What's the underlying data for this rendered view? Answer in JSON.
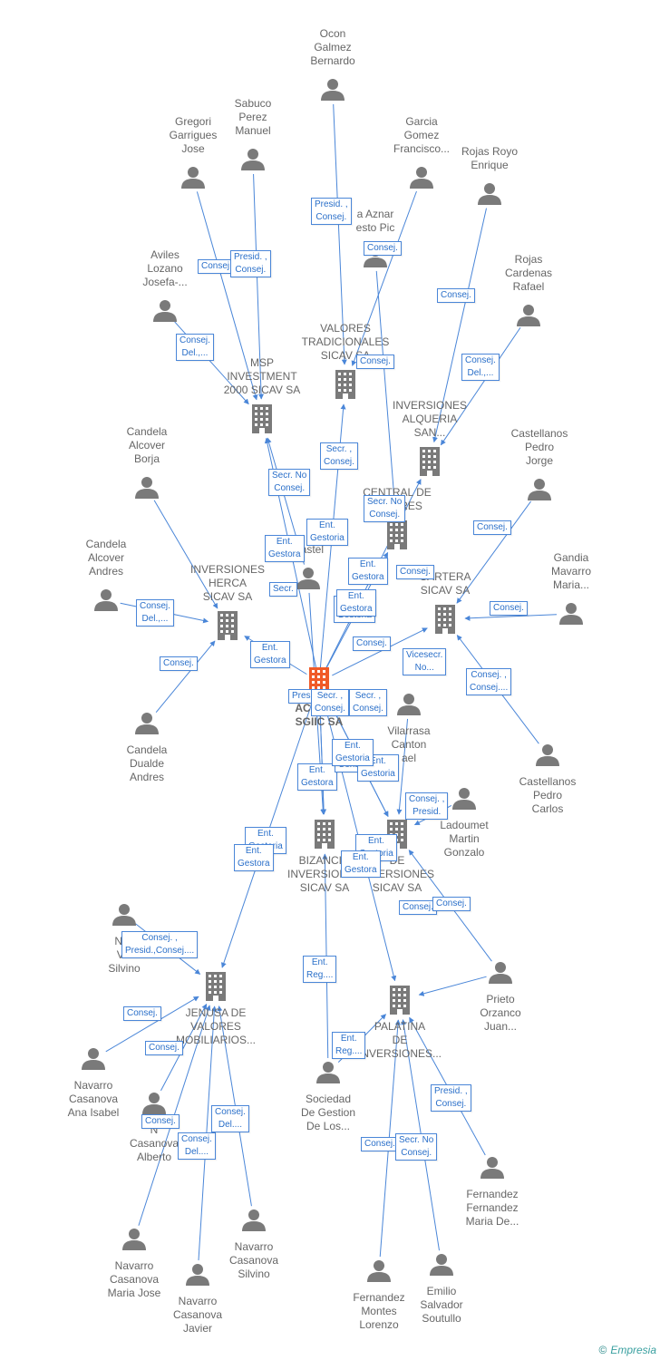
{
  "nodes": [
    {
      "id": "activos",
      "type": "company",
      "focus": true,
      "label": "ACTIVOS\nSGIIC SA"
    },
    {
      "id": "msp",
      "type": "company",
      "label": "MSP\nINVESTMENT\n2000 SICAV SA"
    },
    {
      "id": "valores_trad",
      "type": "company",
      "label": "VALORES\nTRADICIONALES\nSICAV SA"
    },
    {
      "id": "alqueria",
      "type": "company",
      "label": "INVERSIONES\nALQUERIA\nSAN..."
    },
    {
      "id": "central",
      "type": "company",
      "label": "CENTRAL DE\nVALORES"
    },
    {
      "id": "herca",
      "type": "company",
      "label": "INVERSIONES\nHERCA\nSICAV SA"
    },
    {
      "id": "cartera",
      "type": "company",
      "label": "CARTERA\nSICAV SA"
    },
    {
      "id": "bizancio",
      "type": "company",
      "label": "BIZANCIO\nINVERSIONES\nSICAV SA"
    },
    {
      "id": "inv_de",
      "type": "company",
      "label": "DE\nINVERSIONES\nSICAV SA"
    },
    {
      "id": "jenusa",
      "type": "company",
      "label": "JENUSA DE\nVALORES\nMOBILIARIOS..."
    },
    {
      "id": "palatina",
      "type": "company",
      "label": "PALATINA\nDE\nINVERSIONES..."
    },
    {
      "id": "p_ocon",
      "type": "person",
      "label": "Ocon\nGalmez\nBernardo"
    },
    {
      "id": "p_sabuco",
      "type": "person",
      "label": "Sabuco\nPerez\nManuel"
    },
    {
      "id": "p_gregori",
      "type": "person",
      "label": "Gregori\nGarrigues\nJose"
    },
    {
      "id": "p_garcia",
      "type": "person",
      "label": "Garcia\nGomez\nFrancisco..."
    },
    {
      "id": "p_rojasroyo",
      "type": "person",
      "label": "Rojas Royo\nEnrique"
    },
    {
      "id": "p_aznar",
      "type": "person",
      "label": "a Aznar\nesto Pic"
    },
    {
      "id": "p_aviles",
      "type": "person",
      "label": "Aviles\nLozano\nJosefa-..."
    },
    {
      "id": "p_rojascard",
      "type": "person",
      "label": "Rojas\nCardenas\nRafael"
    },
    {
      "id": "p_candelab",
      "type": "person",
      "label": "Candela\nAlcover\nBorja"
    },
    {
      "id": "p_castj",
      "type": "person",
      "label": "Castellanos\nPedro\nJorge"
    },
    {
      "id": "p_candelaa",
      "type": "person",
      "label": "Candela\nAlcover\nAndres"
    },
    {
      "id": "p_gandia",
      "type": "person",
      "label": "Gandia\nMavarro\nMaria..."
    },
    {
      "id": "p_castel_mid",
      "type": "person",
      "label": "Castel"
    },
    {
      "id": "p_candelad",
      "type": "person",
      "label": "Candela\nDualde\nAndres"
    },
    {
      "id": "p_vilarrasa",
      "type": "person",
      "label": "Vilarrasa\nCanton\nael"
    },
    {
      "id": "p_castc",
      "type": "person",
      "label": "Castellanos\nPedro\nCarlos"
    },
    {
      "id": "p_ladoumet",
      "type": "person",
      "label": "Ladoumet\nMartin\nGonzalo"
    },
    {
      "id": "p_navv",
      "type": "person",
      "label": "Nav\nVic\nSilvino"
    },
    {
      "id": "p_prieto",
      "type": "person",
      "label": "Prieto\nOrzanco\nJuan..."
    },
    {
      "id": "p_navab",
      "type": "person",
      "label": "Navarro\nCasanova\nAna Isabel"
    },
    {
      "id": "p_sociedad",
      "type": "person",
      "label": "Sociedad\nDe Gestion\nDe Los..."
    },
    {
      "id": "p_navalb",
      "type": "person",
      "label": "N\nCasanova\nAlberto"
    },
    {
      "id": "p_fernfm",
      "type": "person",
      "label": "Fernandez\nFernandez\nMaria De..."
    },
    {
      "id": "p_navmj",
      "type": "person",
      "label": "Navarro\nCasanova\nMaria Jose"
    },
    {
      "id": "p_navsil",
      "type": "person",
      "label": "Navarro\nCasanova\nSilvino"
    },
    {
      "id": "p_navjav",
      "type": "person",
      "label": "Navarro\nCasanova\nJavier"
    },
    {
      "id": "p_fernml",
      "type": "person",
      "label": "Fernandez\nMontes\nLorenzo"
    },
    {
      "id": "p_emilio",
      "type": "person",
      "label": "Emilio\nSalvador\nSoutullo"
    }
  ],
  "roles": [
    "Presid. ,\nConsej.",
    "Consej.",
    "Presid. ,\nConsej.",
    "Consej.",
    "Consej.",
    "Consej.\nDel.,...",
    "Consej.",
    "Consej.\nDel.,...",
    "Secr. ,\nConsej.",
    "Secr. No\nConsej.",
    "Secr. No\nConsej.",
    "Ent.\nGestoria",
    "Ent.\nGestora",
    "Consej.",
    "Consej.",
    "Consej.\nDel.,...",
    "Consej.",
    "Secr.",
    "Ent.\nGestora",
    "Consej.",
    "Ent.\nGestoria",
    "Ent.\nGestora",
    "Consej.",
    "Vicesecr.\nNo...",
    "Consej. ,\nConsej....",
    "Presid.",
    "Secr. ,\nConsej.",
    "Secr. ,\nConsej.",
    "Ent.\nGestora",
    "Consej.",
    "Ent.\nGestoria",
    "Consej. ,\nPresid.",
    "Ent.\nGestoria",
    "Ent.\nGestora",
    "Ent.\nGestoria",
    "Ent.\nGestora",
    "Consej.",
    "Consej.",
    "Consej. ,\nPresid.,Consej....",
    "Ent.\nReg....",
    "Consej.",
    "Consej.",
    "Ent.\nReg....",
    "Presid. ,\nConsej.",
    "Consej.",
    "Consej.\nDel....",
    "Consej.\nDel....",
    "Consej.",
    "Secr. No\nConsej.",
    "Ent.\nGestoria",
    "Ent.\nGestora"
  ],
  "footer": {
    "copyright": "©",
    "brand": "Empresia"
  },
  "colors": {
    "edge": "#4a86d8",
    "icon": "#7a7a7a",
    "focus": "#f05a28"
  }
}
